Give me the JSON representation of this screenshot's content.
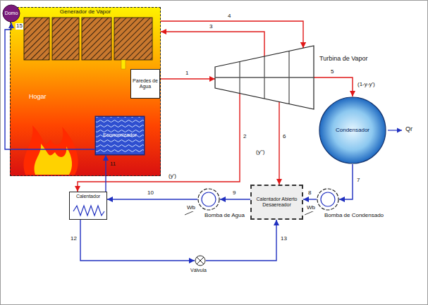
{
  "diagram": {
    "nodes": [
      {
        "text": [
          "Domo"
        ]
      },
      {
        "text": [
          "Generador de Vapor"
        ]
      },
      {
        "text": [
          "Paredes de Agua"
        ],
        "in": 1
      },
      {
        "text": [
          "Economizador"
        ],
        "in": 1
      },
      {
        "text": [
          "Turbina de Vapor"
        ]
      },
      {
        "text": [
          "Condensador"
        ]
      },
      {
        "text": [
          "Calentador"
        ]
      },
      {
        "text": [
          "Calentador Abierto Desaereador"
        ]
      },
      {
        "text": [
          "Bomba de Agua"
        ]
      },
      {
        "text": [
          "Bomba de Condensado"
        ]
      },
      {
        "text": [
          "Válvula"
        ]
      }
    ],
    "edges": [
      {
        "from": 1,
        "to": 4,
        "arrow": "to",
        "label": "1"
      },
      {
        "from": 4,
        "to": 1,
        "arrow": "to",
        "label": "3"
      },
      {
        "from": 1,
        "to": 4,
        "arrow": "to",
        "label": "4"
      },
      {
        "from": 4,
        "to": 6,
        "arrow": "to",
        "label": "2"
      },
      {
        "from": 4,
        "to": 7,
        "arrow": "to",
        "label": "6"
      },
      {
        "from": 4,
        "to": 5,
        "arrow": "to",
        "label": "5"
      },
      {
        "from": 5,
        "to": 9,
        "arrow": "to",
        "label": "7"
      },
      {
        "from": 9,
        "to": 7,
        "arrow": "to",
        "label": "8"
      },
      {
        "from": 7,
        "to": 8,
        "arrow": "to",
        "label": "9"
      },
      {
        "from": 8,
        "to": 6,
        "arrow": "to",
        "label": "10"
      },
      {
        "from": 6,
        "to": 3,
        "arrow": "to",
        "label": "11"
      },
      {
        "from": 6,
        "to": 10,
        "arrow": "to",
        "label": "12"
      },
      {
        "from": 10,
        "to": 7,
        "arrow": "to",
        "label": "13"
      },
      {
        "from": 3,
        "to": 0,
        "arrow": "to"
      }
    ],
    "labels": [
      "15",
      "Hogar",
      "(y')",
      "(y'')",
      "(1-y-y')",
      "Qr",
      "Wb",
      "Wb"
    ]
  }
}
